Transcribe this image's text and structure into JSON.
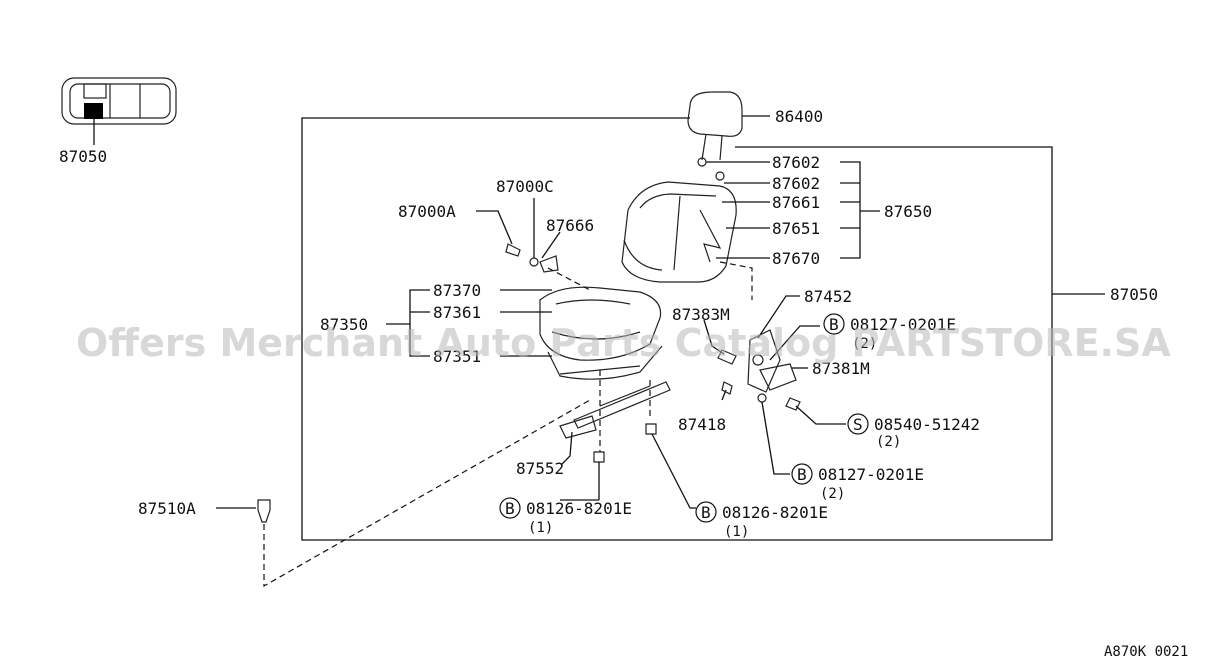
{
  "labels": {
    "p87050_top": "87050",
    "p86400": "86400",
    "p87602_a": "87602",
    "p87602_b": "87602",
    "p87661": "87661",
    "p87651": "87651",
    "p87670": "87670",
    "p87650": "87650",
    "p87000C": "87000C",
    "p87000A": "87000A",
    "p87666": "87666",
    "p87370": "87370",
    "p87361": "87361",
    "p87350": "87350",
    "p87351": "87351",
    "p87383M": "87383M",
    "p87452": "87452",
    "b08127_a": "08127-0201E",
    "b08127_a_qty": "(2)",
    "p87381M": "87381M",
    "p87418": "87418",
    "s08540": "08540-51242",
    "s08540_qty": "(2)",
    "b08127_b": "08127-0201E",
    "b08127_b_qty": "(2)",
    "p87552": "87552",
    "p87510A": "87510A",
    "b08126_a": "08126-8201E",
    "b08126_a_qty": "(1)",
    "b08126_b": "08126-8201E",
    "b08126_b_qty": "(1)",
    "p87050_right": "87050"
  },
  "markers": {
    "bolt": "B",
    "screw": "S"
  },
  "watermark": "Offers Merchant Auto Parts Catalog PARTSTORE.SA",
  "diagram_code": "A870K 0021",
  "colors": {
    "ink": "#111111",
    "highlight": "#000000",
    "watermark": "#b8b8b8"
  }
}
